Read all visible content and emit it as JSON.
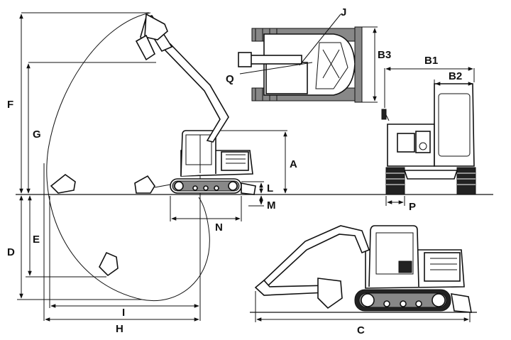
{
  "dimension_labels": {
    "A": "A",
    "B1": "B1",
    "B2": "B2",
    "B3": "B3",
    "C": "C",
    "D": "D",
    "E": "E",
    "F": "F",
    "G": "G",
    "H": "H",
    "I": "I",
    "J": "J",
    "L": "L",
    "M": "M",
    "N": "N",
    "P": "P",
    "Q": "Q"
  }
}
